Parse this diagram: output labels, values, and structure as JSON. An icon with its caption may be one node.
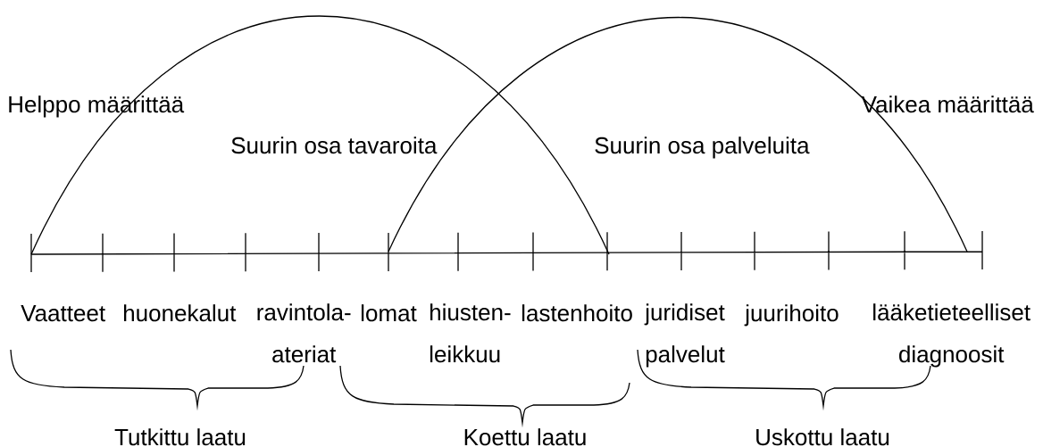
{
  "diagram": {
    "labels": [
      "Helppo määrittää",
      "Vaikea määrittää",
      "Suurin osa tavaroita",
      "Suurin osa palveluita",
      "Vaatteet",
      "huonekalut",
      "ravintola- ateriat",
      "lomat",
      "hiusten- leikkuu",
      "lastenhoito",
      "juridiset palvelut",
      "juurihoito",
      "lääketieteelliset diagnoosit",
      "Tutkittu laatu",
      "Koettu laatu",
      "Uskottu laatu"
    ]
  }
}
